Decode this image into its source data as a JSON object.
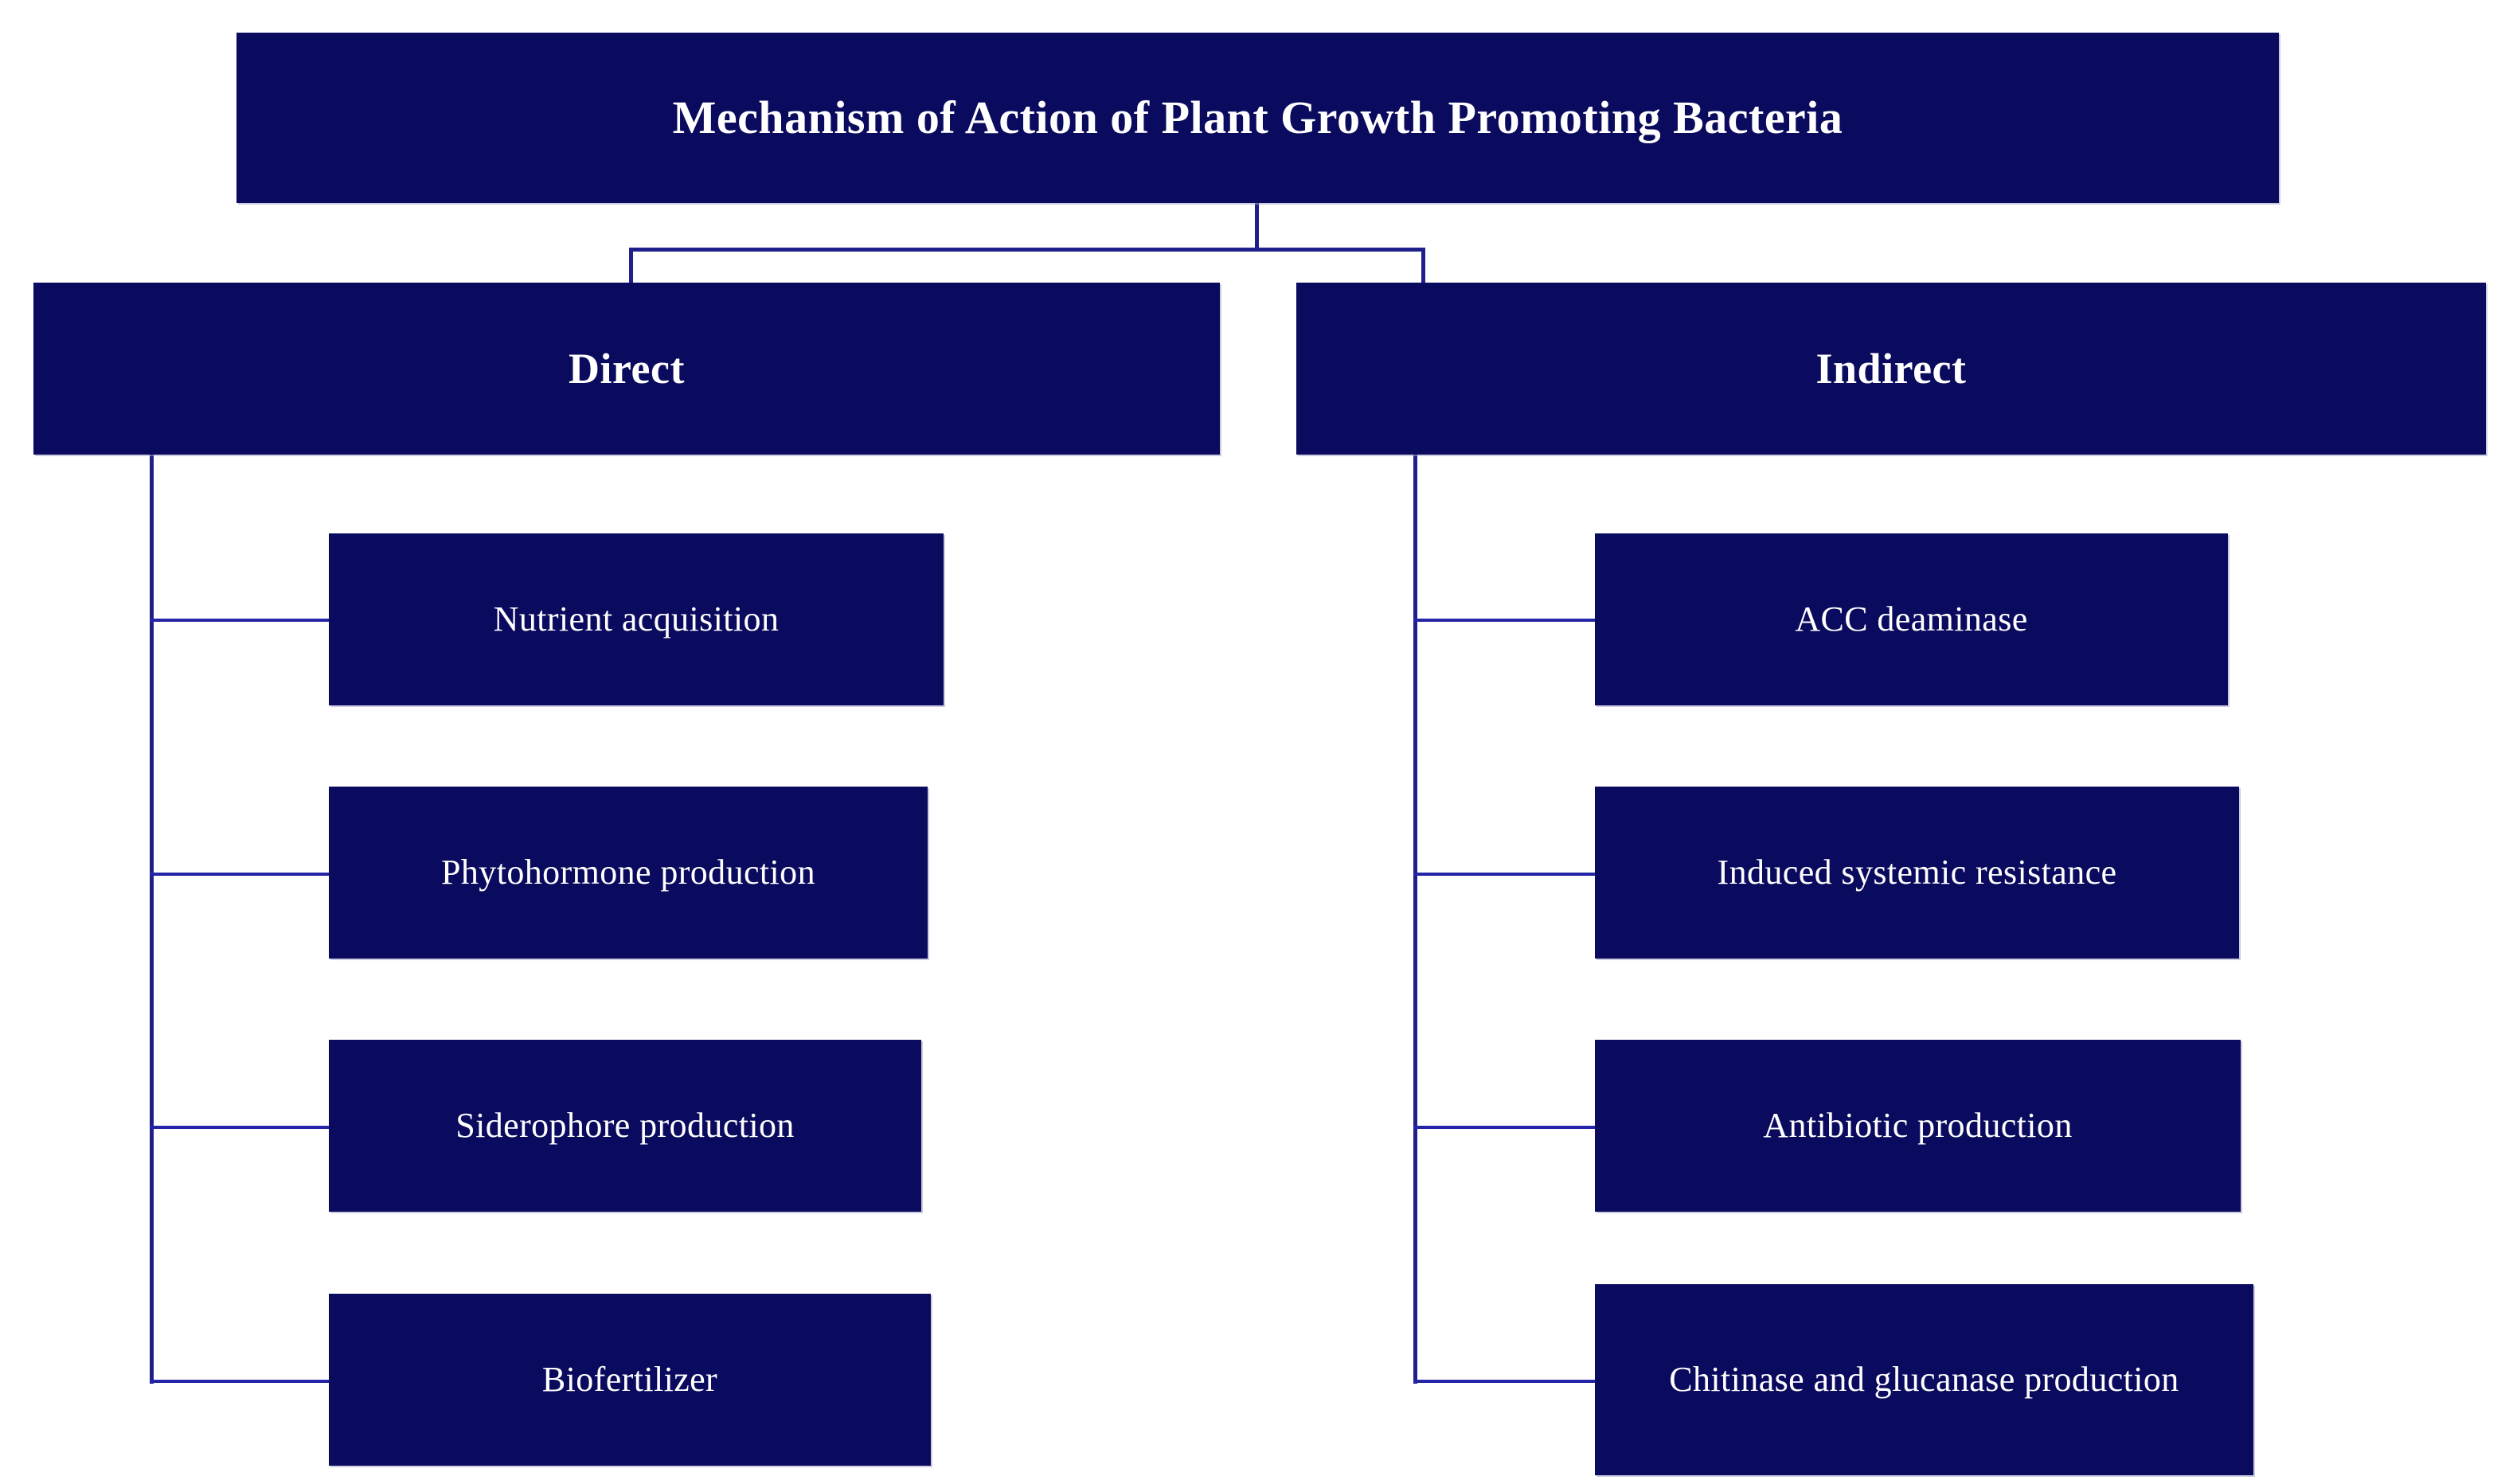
{
  "diagram": {
    "title": "Mechanism of Action of Plant Growth Promoting Bacteria",
    "branches": [
      {
        "label": "Direct",
        "children": [
          "Nutrient acquisition",
          "Phytohormone production",
          "Siderophore production",
          "Biofertilizer"
        ]
      },
      {
        "label": "Indirect",
        "children": [
          "ACC deaminase",
          "Induced systemic resistance",
          "Antibiotic production",
          "Chitinase and glucanase production"
        ]
      }
    ],
    "colors": {
      "node_fill": "#0a0a5e",
      "node_text": "#ffffff",
      "connector": "#1f1f8a",
      "background": "#ffffff"
    }
  }
}
